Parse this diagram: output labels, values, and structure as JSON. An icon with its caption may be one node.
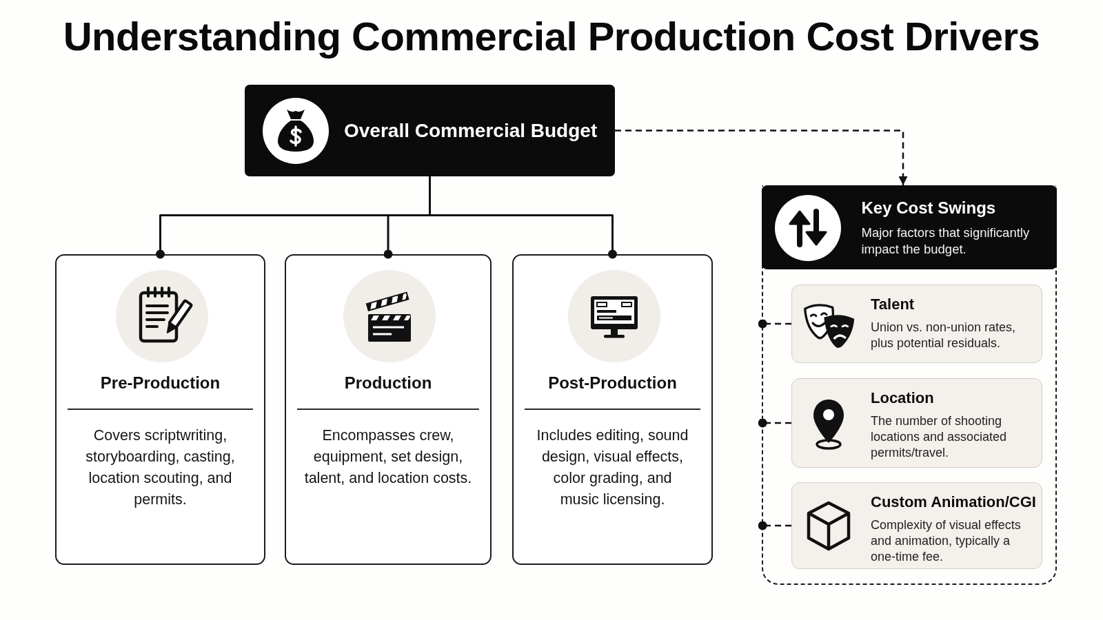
{
  "diagram": {
    "title": "Understanding Commercial Production Cost Drivers",
    "nodes": [
      {
        "text": [
          "Overall Commercial Budget"
        ]
      },
      {
        "text": [
          "Pre-Production",
          "Covers scriptwriting, storyboarding, casting, location scouting, and permits."
        ]
      },
      {
        "text": [
          "Production",
          "Encompasses crew, equipment, set design, talent, and location costs."
        ]
      },
      {
        "text": [
          "Post-Production",
          "Includes editing, sound design, visual effects, color grading, and music licensing."
        ]
      },
      {
        "text": [
          "Key Cost Swings",
          "Major factors that significantly impact the budget."
        ]
      },
      {
        "text": [
          "Talent",
          "Union vs. non-union rates, plus potential residuals."
        ],
        "in": 4
      },
      {
        "text": [
          "Location",
          "The number of shooting locations and associated permits/travel."
        ],
        "in": 4
      },
      {
        "text": [
          "Custom Animation/CGI",
          "Complexity of visual effects and animation, typically a one-time fee."
        ],
        "in": 4
      }
    ],
    "edges": [
      {
        "from": 0,
        "to": 1,
        "arrow": "other"
      },
      {
        "from": 0,
        "to": 2,
        "arrow": "other"
      },
      {
        "from": 0,
        "to": 3,
        "arrow": "other"
      },
      {
        "from": 0,
        "to": 4,
        "arrow": "to",
        "style": "dashed"
      },
      {
        "from": 5,
        "to": 4,
        "arrow": "other",
        "style": "dashed"
      },
      {
        "from": 6,
        "to": 4,
        "arrow": "other",
        "style": "dashed"
      },
      {
        "from": 7,
        "to": 4,
        "arrow": "other",
        "style": "dashed"
      }
    ]
  }
}
